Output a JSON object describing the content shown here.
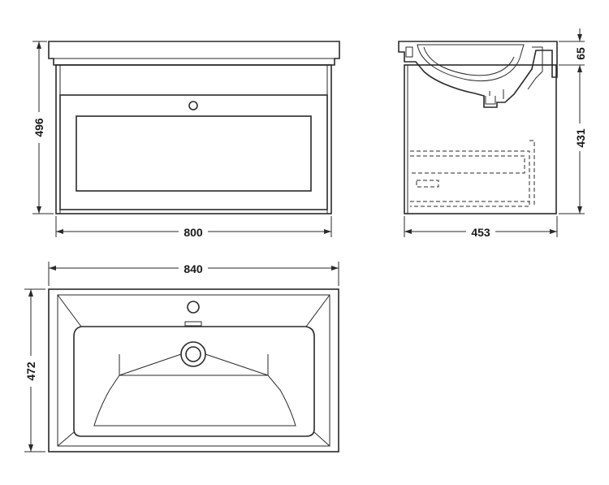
{
  "dimensions": {
    "front_height": "496",
    "front_width": "800",
    "side_depth": "453",
    "side_basin_height": "65",
    "side_cabinet_height": "431",
    "top_width": "840",
    "top_depth": "472"
  }
}
